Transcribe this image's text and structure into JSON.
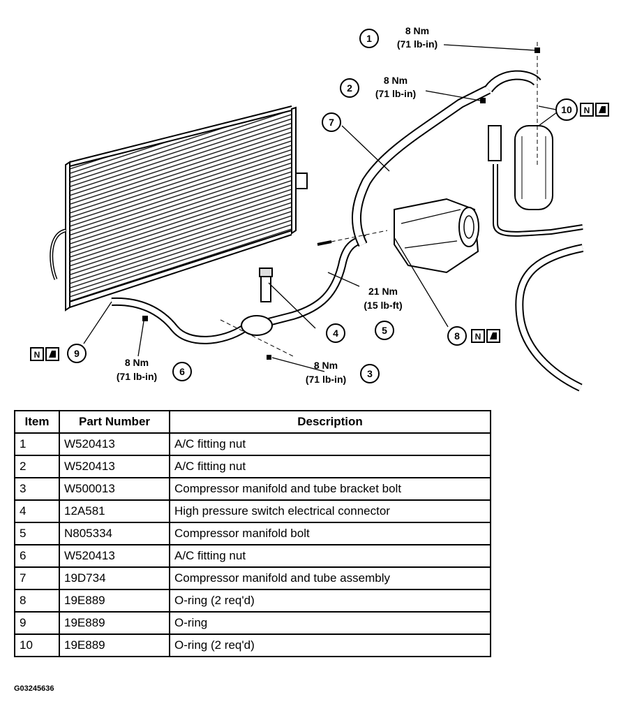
{
  "diagram": {
    "callouts": [
      {
        "num": "1",
        "torque_nm": "8 Nm",
        "torque_imp": "(71 lb-in)"
      },
      {
        "num": "2",
        "torque_nm": "8 Nm",
        "torque_imp": "(71 lb-in)"
      },
      {
        "num": "3",
        "torque_nm": "8 Nm",
        "torque_imp": "(71 lb-in)"
      },
      {
        "num": "4"
      },
      {
        "num": "5",
        "torque_nm": "21 Nm",
        "torque_imp": "(15 lb-ft)"
      },
      {
        "num": "6",
        "torque_nm": "8 Nm",
        "torque_imp": "(71 lb-in)"
      },
      {
        "num": "7"
      },
      {
        "num": "8"
      },
      {
        "num": "9"
      },
      {
        "num": "10"
      }
    ],
    "new_part_symbol": "N"
  },
  "table": {
    "headers": [
      "Item",
      "Part Number",
      "Description"
    ],
    "rows": [
      [
        "1",
        "W520413",
        "A/C fitting nut"
      ],
      [
        "2",
        "W520413",
        "A/C fitting nut"
      ],
      [
        "3",
        "W500013",
        "Compressor manifold and tube bracket bolt"
      ],
      [
        "4",
        "12A581",
        "High pressure switch electrical connector"
      ],
      [
        "5",
        "N805334",
        "Compressor manifold bolt"
      ],
      [
        "6",
        "W520413",
        "A/C fitting nut"
      ],
      [
        "7",
        "19D734",
        "Compressor manifold and tube assembly"
      ],
      [
        "8",
        "19E889",
        "O-ring (2 req'd)"
      ],
      [
        "9",
        "19E889",
        "O-ring"
      ],
      [
        "10",
        "19E889",
        "O-ring (2 req'd)"
      ]
    ]
  },
  "figure_id": "G03245636"
}
